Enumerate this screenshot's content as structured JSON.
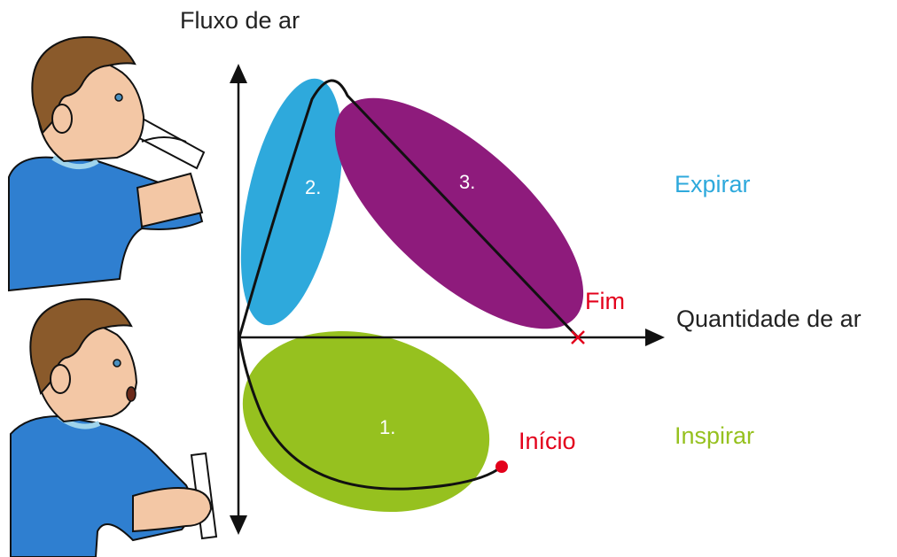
{
  "labels": {
    "y_axis": "Fluxo de ar",
    "x_axis": "Quantidade de ar",
    "exhale": "Expirar",
    "inhale": "Inspirar",
    "start": "Início",
    "end": "Fim"
  },
  "phases": [
    {
      "number": "1.",
      "color": "#96c11f"
    },
    {
      "number": "2.",
      "color": "#2ea9dc"
    },
    {
      "number": "3.",
      "color": "#8e1b7c"
    }
  ],
  "colors": {
    "exhale": "#2ea9dc",
    "inhale": "#96c11f",
    "marker": "#e3001b",
    "axis": "#111111",
    "shirt": "#2f7fd0",
    "skin": "#f3c7a5",
    "hair": "#8a5a2b"
  },
  "illustrations": [
    {
      "icon": "person-blowing-into-peak-flow-meter-icon"
    },
    {
      "icon": "person-inhaling-holding-meter-icon"
    }
  ]
}
